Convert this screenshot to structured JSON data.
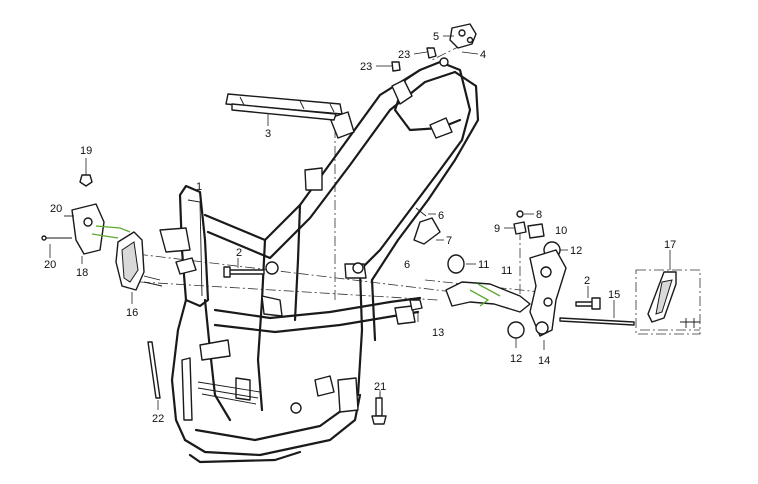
{
  "callouts": [
    {
      "id": "c1",
      "text": "1"
    },
    {
      "id": "c2a",
      "text": "2"
    },
    {
      "id": "c2b",
      "text": "2"
    },
    {
      "id": "c3",
      "text": "3"
    },
    {
      "id": "c4",
      "text": "4"
    },
    {
      "id": "c5",
      "text": "5"
    },
    {
      "id": "c6a",
      "text": "6"
    },
    {
      "id": "c6b",
      "text": "6"
    },
    {
      "id": "c7",
      "text": "7"
    },
    {
      "id": "c8",
      "text": "8"
    },
    {
      "id": "c9",
      "text": "9"
    },
    {
      "id": "c10",
      "text": "10"
    },
    {
      "id": "c11a",
      "text": "11"
    },
    {
      "id": "c11b",
      "text": "11"
    },
    {
      "id": "c12a",
      "text": "12"
    },
    {
      "id": "c12b",
      "text": "12"
    },
    {
      "id": "c13",
      "text": "13"
    },
    {
      "id": "c14",
      "text": "14"
    },
    {
      "id": "c15",
      "text": "15"
    },
    {
      "id": "c16",
      "text": "16"
    },
    {
      "id": "c17",
      "text": "17"
    },
    {
      "id": "c18",
      "text": "18"
    },
    {
      "id": "c19",
      "text": "19"
    },
    {
      "id": "c20a",
      "text": "20"
    },
    {
      "id": "c20b",
      "text": "20"
    },
    {
      "id": "c21",
      "text": "21"
    },
    {
      "id": "c22",
      "text": "22"
    },
    {
      "id": "c23a",
      "text": "23"
    },
    {
      "id": "c23b",
      "text": "23"
    }
  ]
}
